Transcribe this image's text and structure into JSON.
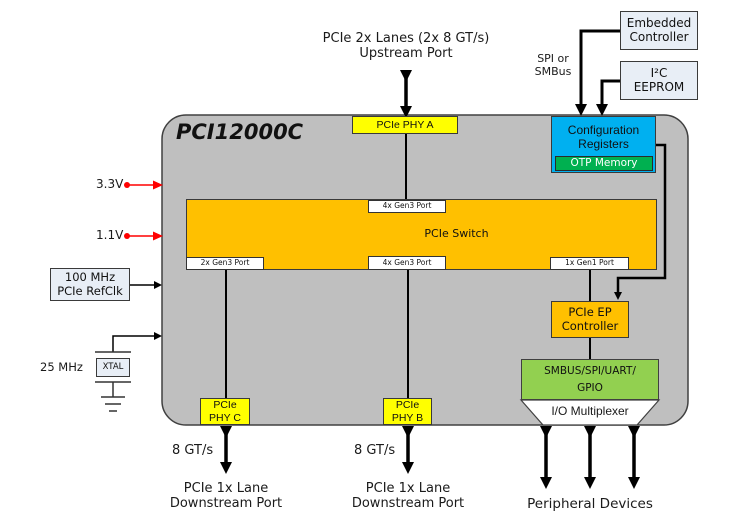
{
  "chip": {
    "name": "PCI12000C",
    "body_color": "#bfbfbf"
  },
  "upstream": {
    "line1": "PCIe 2x Lanes (2x 8 GT/s)",
    "line2": "Upstream Port"
  },
  "external": {
    "embedded_controller": {
      "line1": "Embedded",
      "line2": "Controller"
    },
    "eeprom": {
      "line1": "I²C",
      "line2": "EEPROM"
    },
    "bus_label": {
      "line1": "SPI or",
      "line2": "SMBus"
    },
    "refclk": {
      "line1": "100 MHz",
      "line2": "PCIe RefClk"
    },
    "xtal": {
      "label": "XTAL",
      "freq": "25 MHz"
    }
  },
  "power": [
    {
      "label": "3.3V",
      "color": "#ff0000"
    },
    {
      "label": "1.1V",
      "color": "#ff0000"
    }
  ],
  "blocks": {
    "phy_a": "PCIe PHY A",
    "phy_b": {
      "line1": "PCIe",
      "line2": "PHY B"
    },
    "phy_c": {
      "line1": "PCIe",
      "line2": "PHY C"
    },
    "config": {
      "line1": "Configuration",
      "line2": "Registers",
      "otp": "OTP Memory",
      "color": "#00b0f0",
      "otp_color": "#00b050"
    },
    "switch": {
      "label": "PCIe Switch",
      "color": "#ffc000"
    },
    "ports": {
      "upstream": "4x Gen3 Port",
      "down_left": "2x Gen3 Port",
      "down_mid": "4x Gen3 Port",
      "down_right": "1x Gen1 Port"
    },
    "ep_controller": {
      "line1": "PCIe EP",
      "line2": "Controller"
    },
    "gpio": {
      "line1": "SMBUS/SPI/UART/",
      "line2": "GPIO",
      "color": "#92d050"
    },
    "mux": "I/O Multiplexer"
  },
  "downstream": [
    {
      "speed": "8 GT/s",
      "line1": "PCIe 1x Lane",
      "line2": "Downstream Port"
    },
    {
      "speed": "8 GT/s",
      "line1": "PCIe 1x Lane",
      "line2": "Downstream Port"
    }
  ],
  "peripheral": "Peripheral Devices"
}
